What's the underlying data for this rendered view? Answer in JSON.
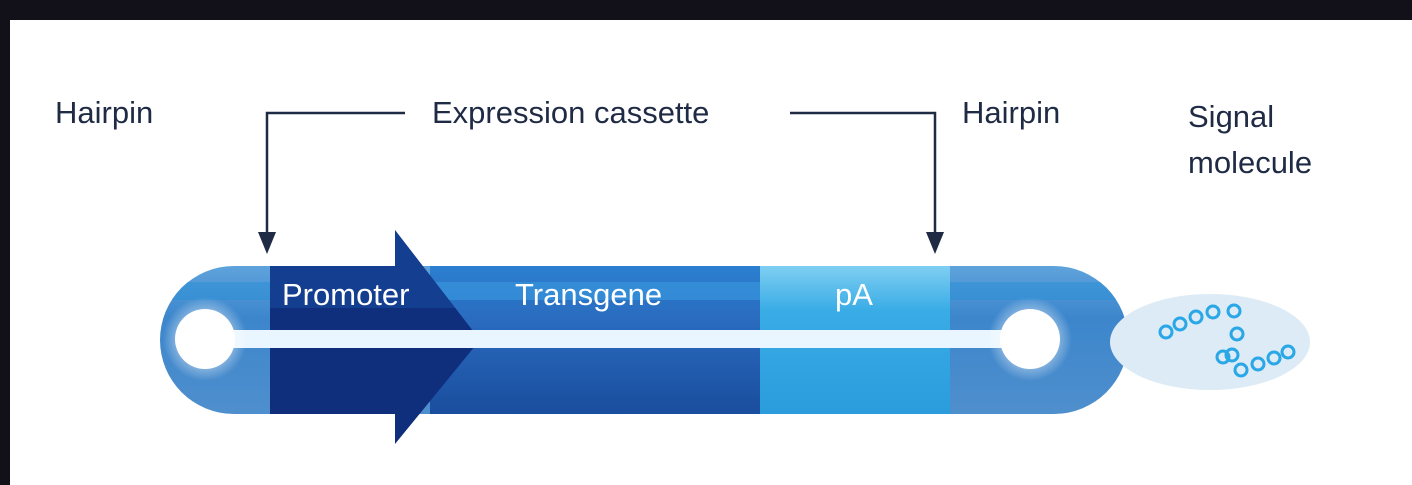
{
  "labels": {
    "hairpin_left": "Hairpin",
    "expression_cassette": "Expression cassette",
    "hairpin_right": "Hairpin",
    "signal_molecule": "Signal\nmolecule"
  },
  "segments": {
    "promoter": "Promoter",
    "transgene": "Transgene",
    "pa": "pA"
  },
  "colors": {
    "background_dark": "#12111a",
    "panel": "#ffffff",
    "text_dark": "#1f2a44",
    "tube_outer": "#4a8fcf",
    "tube_mid": "#2a75c4",
    "promoter": "#0f2f7d",
    "transgene": "#1e55a6",
    "pa": "#2ba3e0",
    "core_light": "#eaf6ff",
    "signal_fill": "#dcebf5",
    "signal_dots": "#2aa7e6"
  }
}
